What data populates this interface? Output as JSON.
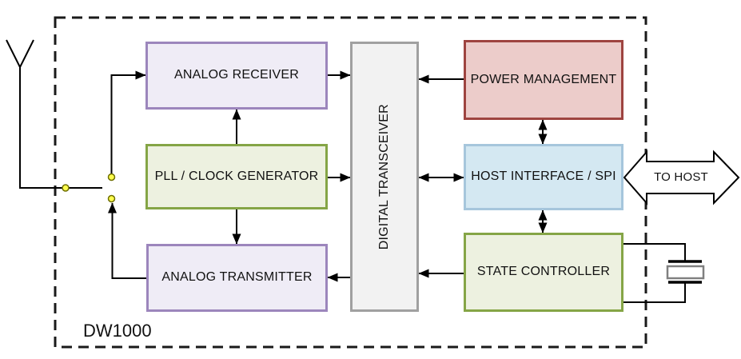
{
  "diagram": {
    "chip_label": "DW1000",
    "blocks": {
      "analog_receiver": {
        "label": "ANALOG RECEIVER"
      },
      "pll_clock_generator": {
        "label": "PLL / CLOCK GENERATOR"
      },
      "analog_transmitter": {
        "label": "ANALOG TRANSMITTER"
      },
      "digital_transceiver": {
        "label": "DIGITAL TRANSCEIVER"
      },
      "power_management": {
        "label": "POWER MANAGEMENT"
      },
      "host_interface_spi": {
        "label": "HOST INTERFACE / SPI"
      },
      "state_controller": {
        "label": "STATE CONTROLLER"
      }
    },
    "annotations": {
      "to_host": "TO HOST"
    },
    "colors": {
      "analog_block_fill": "#EFECF6",
      "analog_block_border": "#9C86BC",
      "clock_block_fill": "#EDF1E0",
      "clock_block_border": "#85A546",
      "digital_block_fill": "#F2F2F2",
      "digital_block_border": "#A0A0A0",
      "power_block_fill": "#ECCCCA",
      "power_block_border": "#9E4440",
      "host_block_fill": "#D4E8F2",
      "host_block_border": "#A6C6DC",
      "switch_dot_fill": "#FFFF4D",
      "line_color": "#000000"
    }
  }
}
